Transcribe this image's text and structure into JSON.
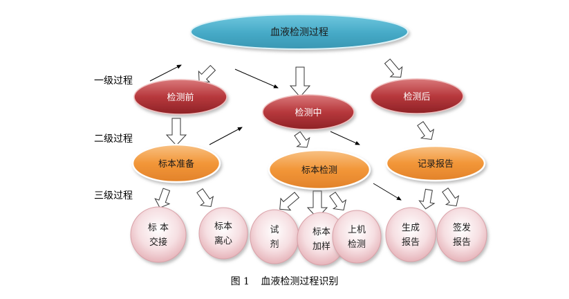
{
  "levels": {
    "level1": "一级过程",
    "level2": "二级过程",
    "level3": "三级过程"
  },
  "nodes": {
    "root": "血液检测过程",
    "pre": "检测前",
    "mid": "检测中",
    "post": "检测后",
    "prep": "标本准备",
    "detect": "标本检测",
    "record": "记录报告",
    "handover": [
      "标 本",
      "交接"
    ],
    "centrifuge": [
      "标本",
      "离心"
    ],
    "reagent": [
      "试",
      "剂"
    ],
    "addsample": [
      "标本",
      "加样"
    ],
    "machine": [
      "上机",
      "检测"
    ],
    "generate": [
      "生成",
      "报告"
    ],
    "sign": [
      "签发",
      "报告"
    ]
  },
  "caption": {
    "fig": "图 1",
    "title": "血液检测过程识别"
  },
  "colors": {
    "root": "#4aaec9",
    "level1": "#b8383c",
    "level2": "#f29a3a",
    "level3": "#f3d3d6"
  }
}
